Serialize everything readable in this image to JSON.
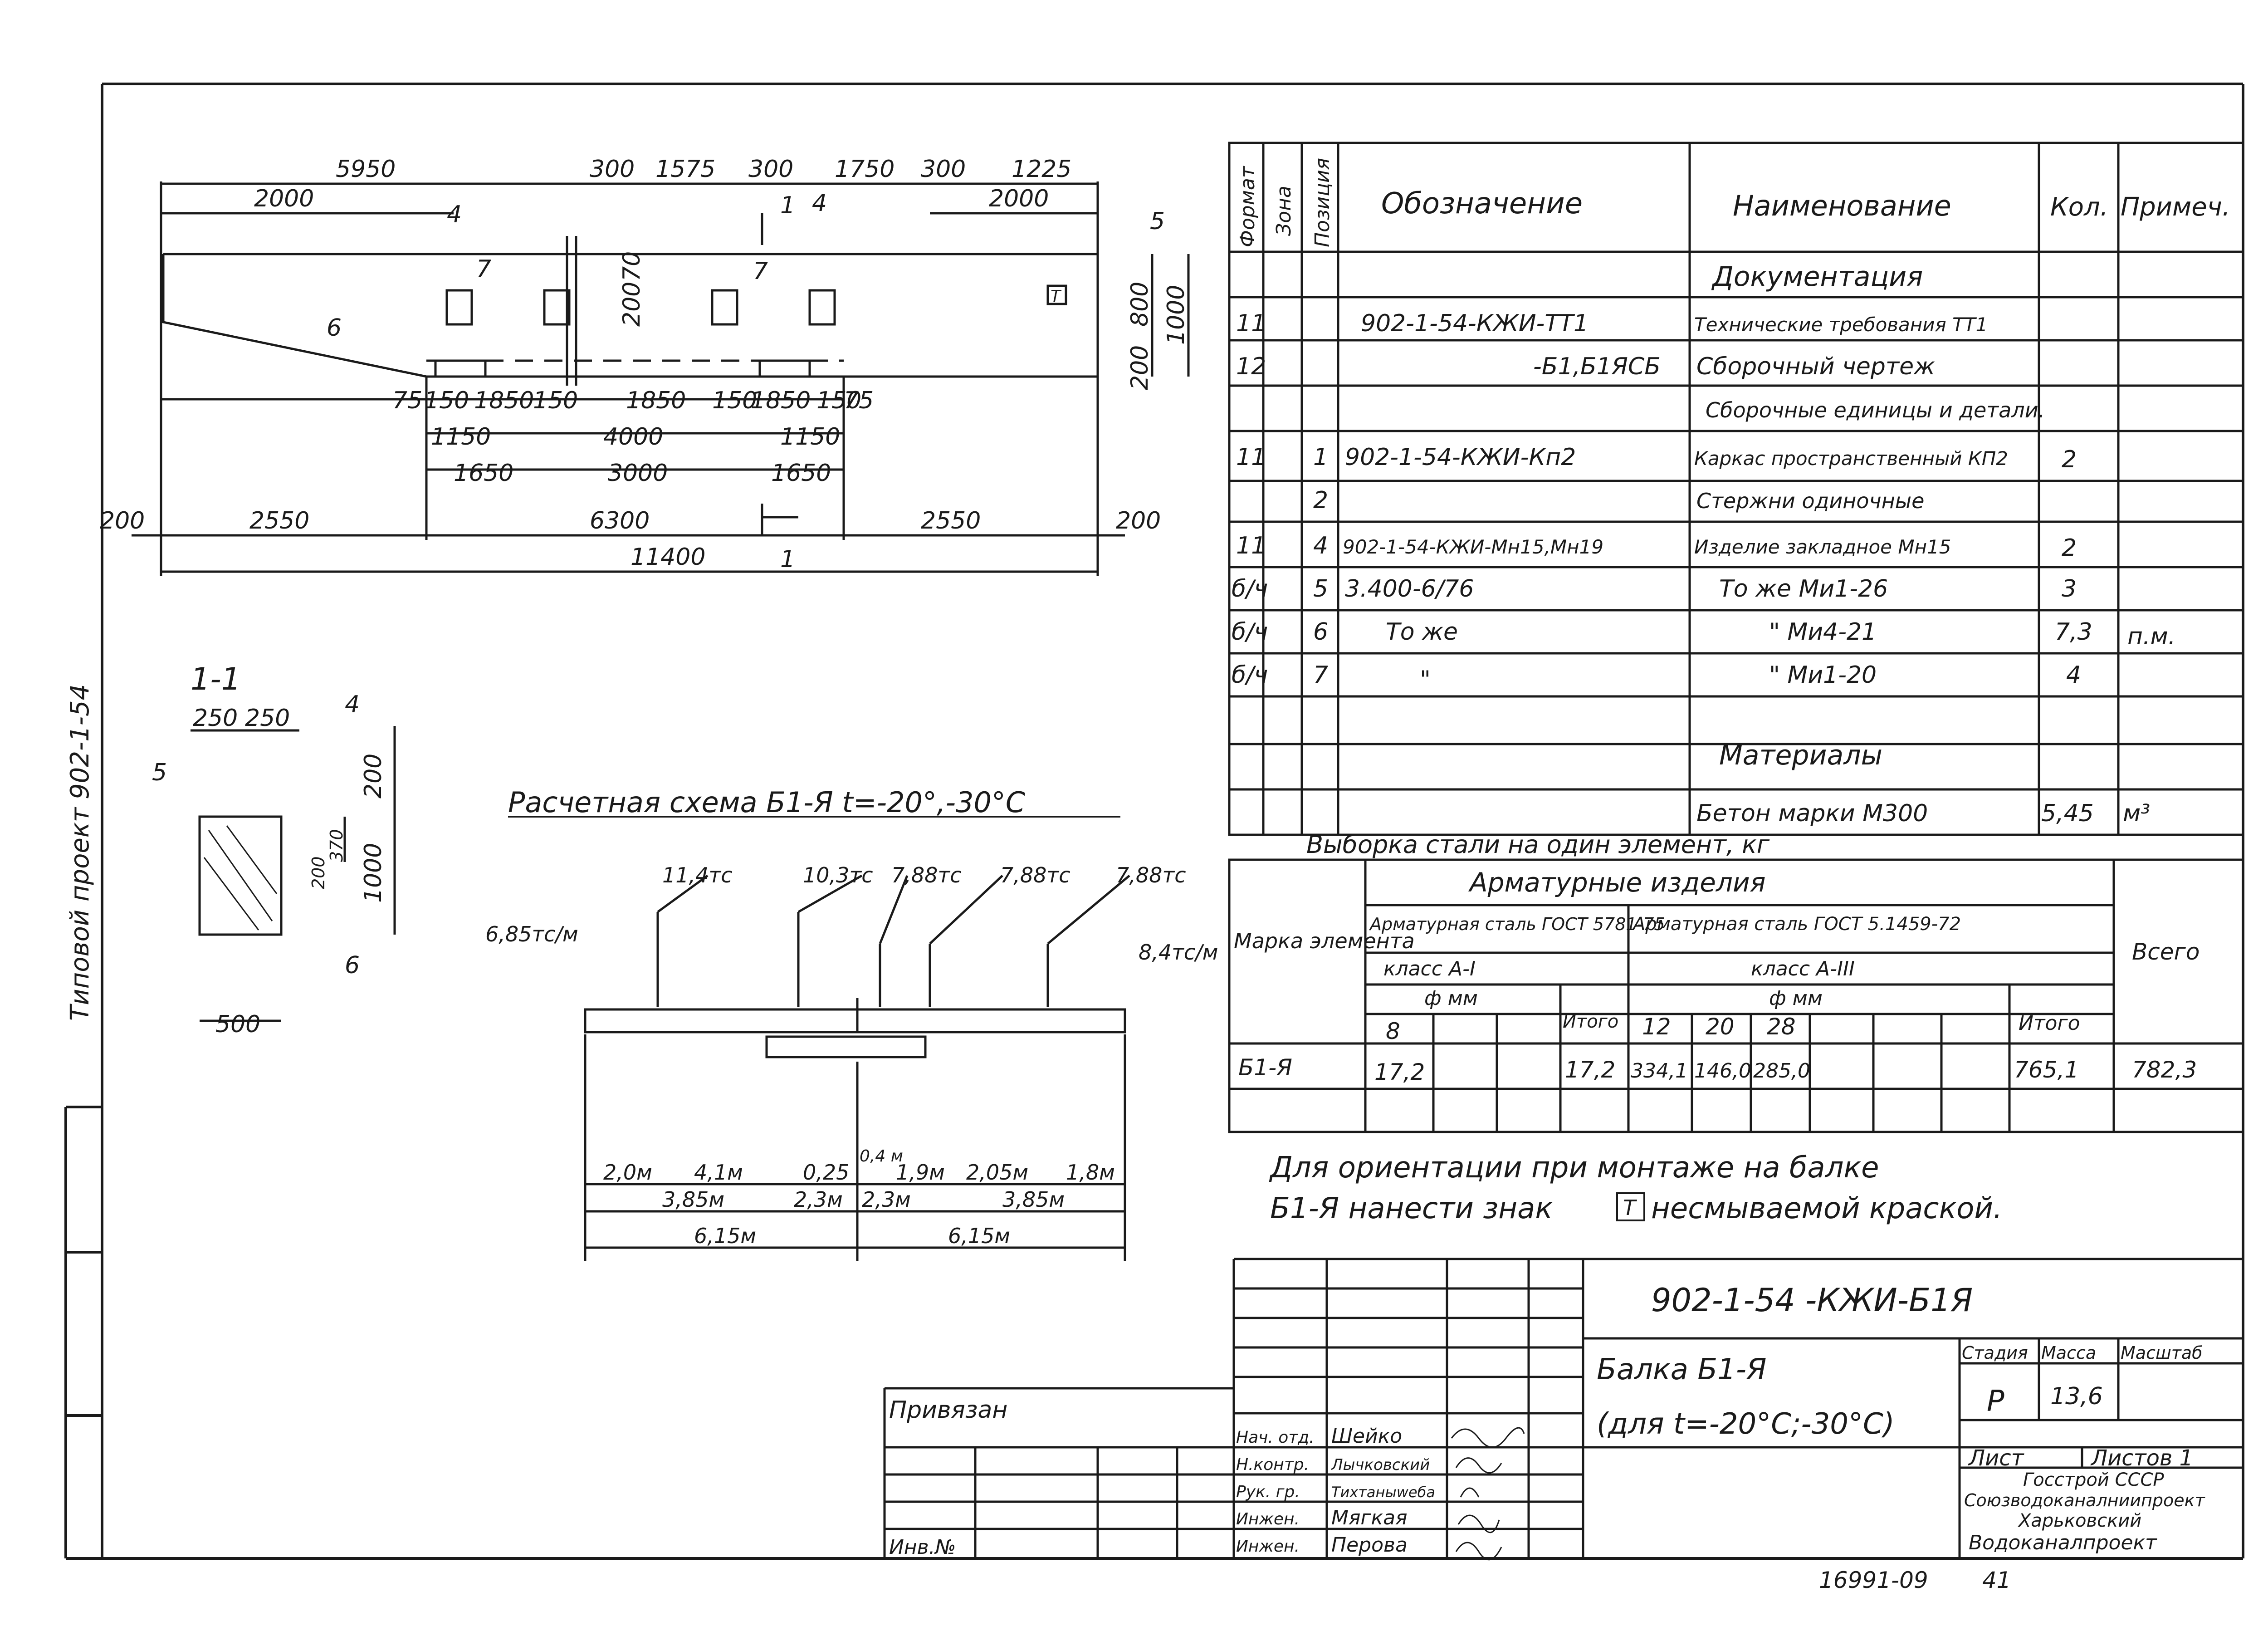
{
  "beam": {
    "top_dims": [
      "5950",
      "300",
      "1575",
      "300",
      "1750",
      "300",
      "1225"
    ],
    "top_dims2": [
      "2000",
      "2000"
    ],
    "bottom_row1": [
      "75",
      "150",
      "1850",
      "150",
      "1850",
      "150",
      "1850",
      "150",
      "75"
    ],
    "bottom_row2": [
      "1150",
      "4000",
      "1150"
    ],
    "bottom_row3": [
      "1650",
      "3000",
      "1650"
    ],
    "bottom_row4": [
      "200",
      "2550",
      "6300",
      "2550",
      "200"
    ],
    "total": "11400",
    "right_dims": [
      "800",
      "1000",
      "200"
    ],
    "side_dims": [
      "200",
      "70"
    ],
    "callouts": [
      "4",
      "4",
      "5",
      "7",
      "7",
      "6",
      "1",
      "1"
    ],
    "mark_t": "T"
  },
  "section": {
    "title": "1-1",
    "dims": [
      "250",
      "250",
      "200",
      "370",
      "200",
      "1000",
      "500"
    ],
    "callouts": [
      "4",
      "5",
      "6"
    ]
  },
  "scheme": {
    "title": "Расчетная схема Б1-Я t=-20°,-30°С",
    "loads": [
      "11,4тс",
      "10,3тс",
      "7,88тс",
      "7,88тс",
      "7,88тс"
    ],
    "dist_loads": [
      "6,85тс/м",
      "8,4тс/м"
    ],
    "row1": [
      "2,0м",
      "4,1м",
      "0,25",
      "0,4 м",
      "1,9м",
      "2,05м",
      "1,8м"
    ],
    "row2": [
      "3,85м",
      "2,3м",
      "2,3м",
      "3,85м"
    ],
    "row3": [
      "6,15м",
      "6,15м"
    ]
  },
  "spec": {
    "headers": [
      "Формат",
      "Зона",
      "Позиция",
      "Обозначение",
      "Наименование",
      "Кол.",
      "Примеч."
    ],
    "rows": [
      {
        "fmt": "",
        "pos": "",
        "des": "",
        "name": "Документация",
        "qty": "",
        "note": "",
        "section": true
      },
      {
        "fmt": "11",
        "pos": "",
        "des": "902-1-54-КЖИ-ТТ1",
        "name": "Технические требования ТТ1",
        "qty": "",
        "note": ""
      },
      {
        "fmt": "12",
        "pos": "",
        "des": "-Б1,Б1ЯСБ",
        "name": "Сборочный чертеж",
        "qty": "",
        "note": ""
      },
      {
        "fmt": "",
        "pos": "",
        "des": "",
        "name": "Сборочные единицы и детали.",
        "qty": "",
        "note": "",
        "section": true
      },
      {
        "fmt": "11",
        "pos": "1",
        "des": "902-1-54-КЖИ-Кп2",
        "name": "Каркас пространственный КП2",
        "qty": "2",
        "note": ""
      },
      {
        "fmt": "",
        "pos": "2",
        "des": "",
        "name": "Стержни одиночные",
        "qty": "",
        "note": ""
      },
      {
        "fmt": "11",
        "pos": "4",
        "des": "902-1-54-КЖИ-Мн15,Мн19",
        "name": "Изделие закладное Мн15",
        "qty": "2",
        "note": ""
      },
      {
        "fmt": "б/ч",
        "pos": "5",
        "des": "3.400-6/76",
        "name": "То же Ми1-26",
        "qty": "3",
        "note": ""
      },
      {
        "fmt": "б/ч",
        "pos": "6",
        "des": "То же",
        "name": "\" Ми4-21",
        "qty": "7,3",
        "note": "п.м."
      },
      {
        "fmt": "б/ч",
        "pos": "7",
        "des": "\"",
        "name": "\" Ми1-20",
        "qty": "4",
        "note": ""
      },
      {
        "fmt": "",
        "pos": "",
        "des": "",
        "name": "",
        "qty": "",
        "note": ""
      },
      {
        "fmt": "",
        "pos": "",
        "des": "",
        "name": "Материалы",
        "qty": "",
        "note": "",
        "section": true
      },
      {
        "fmt": "",
        "pos": "",
        "des": "",
        "name": "Бетон марки М300",
        "qty": "5,45",
        "note": "м³"
      }
    ]
  },
  "steel": {
    "caption": "Выборка стали на один элемент, кг",
    "h_mark": "Марка элемента",
    "h_items": "Арматурные изделия",
    "h_a1": "Арматурная сталь ГОСТ 5781-75",
    "h_a1_class": "класс А-I",
    "h_a3": "Арматурная сталь ГОСТ 5.1459-72",
    "h_a3_class": "класс А-III",
    "h_dia": "ф мм",
    "h_total": "Итого",
    "h_all": "Всего",
    "d_a1": [
      "8"
    ],
    "d_a3": [
      "12",
      "20",
      "28"
    ],
    "row": {
      "mark": "Б1-Я",
      "a1": [
        "17,2"
      ],
      "a1_total": "17,2",
      "a3": [
        "334,1",
        "146,0",
        "285,0"
      ],
      "a3_total": "765,1",
      "all": "782,3"
    }
  },
  "note": {
    "line1": "Для ориентации при монтаже на балке",
    "line2a": "Б1-Я нанести знак",
    "line2b": "несмываемой краской."
  },
  "stamp": {
    "code": "902-1-54 -КЖИ-Б1Я",
    "title1": "Балка Б1-Я",
    "title2": "(для t=-20°С;-30°С)",
    "stage_h": "Стадия",
    "mass_h": "Масса",
    "scale_h": "Масштаб",
    "stage": "Р",
    "mass": "13,6",
    "sheet": "Лист",
    "sheets": "Листов 1",
    "org": [
      "Госстрой СССР",
      "Союзводоканалниипроект",
      "Харьковский",
      "Водоканалпроект"
    ],
    "roles": [
      "Нач. отд.",
      "Н.контр.",
      "Рук. гр.",
      "Инжен.",
      "Инжен."
    ],
    "names": [
      "Шейко",
      "Лычковский",
      "Тихтаныwеба",
      "Мягкая",
      "Перова"
    ],
    "privyazan": "Привязан",
    "inv": "Инв.№",
    "footer_code": "16991-09",
    "footer_page": "41"
  },
  "side_text": "Типовой проект 902-1-54"
}
